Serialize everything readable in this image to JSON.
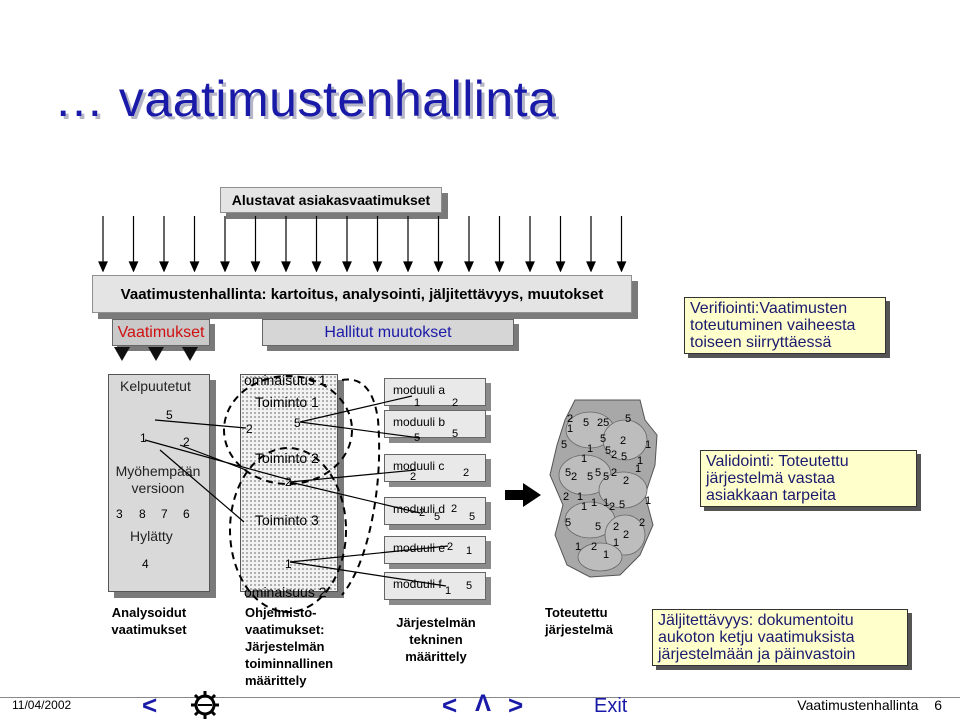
{
  "title": "… vaatimustenhallinta",
  "top_banner": "Alustavat asiakasvaatimukset",
  "process_banner": "Vaatimustenhallinta: kartoitus, analysointi, jäljitettävyys, muutokset",
  "requirements_bar": "Vaatimukset",
  "changes_bar": "Hallitut muutokset",
  "req_column": {
    "approved": "Kelpuutetut",
    "later_versions_1": "Myöhempään",
    "later_versions_2": "versioon",
    "rejected": "Hylätty",
    "approved_numbers": [
      "5",
      "1",
      "2"
    ],
    "later_numbers": [
      "3",
      "8",
      "7",
      "6"
    ],
    "rejected_number": "4"
  },
  "func_column": {
    "feature1": "ominaisuus 1",
    "feature2": "ominaisuus 2",
    "function1": "Toiminto 1",
    "function2": "Toiminto 2",
    "function3": "Toiminto 3",
    "numbers": {
      "f1_left": "2",
      "f1_right": "5",
      "f2": "2",
      "f3": "1"
    }
  },
  "modules": [
    {
      "label": "moduuli a",
      "n1": "1",
      "n2": "2"
    },
    {
      "label": "moduuli b",
      "n1": "5",
      "n2": "5"
    },
    {
      "label": "moduuli c",
      "n1": "2",
      "n2": "2"
    },
    {
      "label": "moduuli d",
      "n1": "2",
      "n2": "5",
      "n3": "2",
      "n4": "5"
    },
    {
      "label": "moduuli e",
      "n1": "2",
      "n2": "1"
    },
    {
      "label": "moduuli f",
      "n1": "1",
      "n2": "5"
    }
  ],
  "cluster_numbers": [
    "2",
    "5",
    "25",
    "5",
    "1",
    "5",
    "1",
    "2",
    "1",
    "5",
    "5",
    "1",
    "1",
    "2",
    "5",
    "1",
    "5",
    "2",
    "5",
    "5",
    "5",
    "2",
    "2",
    "2",
    "1",
    "1",
    "1",
    "1",
    "2",
    "5",
    "1",
    "5",
    "5",
    "2",
    "2",
    "2",
    "1",
    "2",
    "1",
    "1"
  ],
  "callouts": {
    "verification": "Verifiointi:Vaatimusten toteutuminen vaiheesta toiseen siirryttäessä",
    "validation": "Validointi: Toteutettu järjestelmä vastaa asiakkaan tarpeita",
    "traceability": "Jäljitettävyys: dokumentoitu aukoton ketju vaatimuksista järjestelmään ja päinvastoin"
  },
  "captions": {
    "analyzed_1": "Analysoidut",
    "analyzed_2": "vaatimukset",
    "software_1": "Ohjelmisto-",
    "software_2": "vaatimukset:",
    "software_3": "Järjestelmän",
    "software_4": "toiminnallinen",
    "software_5": "määrittely",
    "system_1": "Järjestelmän",
    "system_2": "tekninen",
    "system_3": "määrittely",
    "impl_1": "Toteutettu",
    "impl_2": "järjestelmä"
  },
  "footer": {
    "date": "11/04/2002",
    "nav_prev": "<",
    "nav_back": "<",
    "nav_up": "Λ",
    "nav_next": ">",
    "exit": "Exit",
    "label": "Vaatimustenhallinta",
    "page": "6"
  },
  "colors": {
    "title": "#1a1aa8",
    "accent_red": "#d01010",
    "nav_blue": "#1a1aa8",
    "callout_bg": "#ffffcc"
  }
}
